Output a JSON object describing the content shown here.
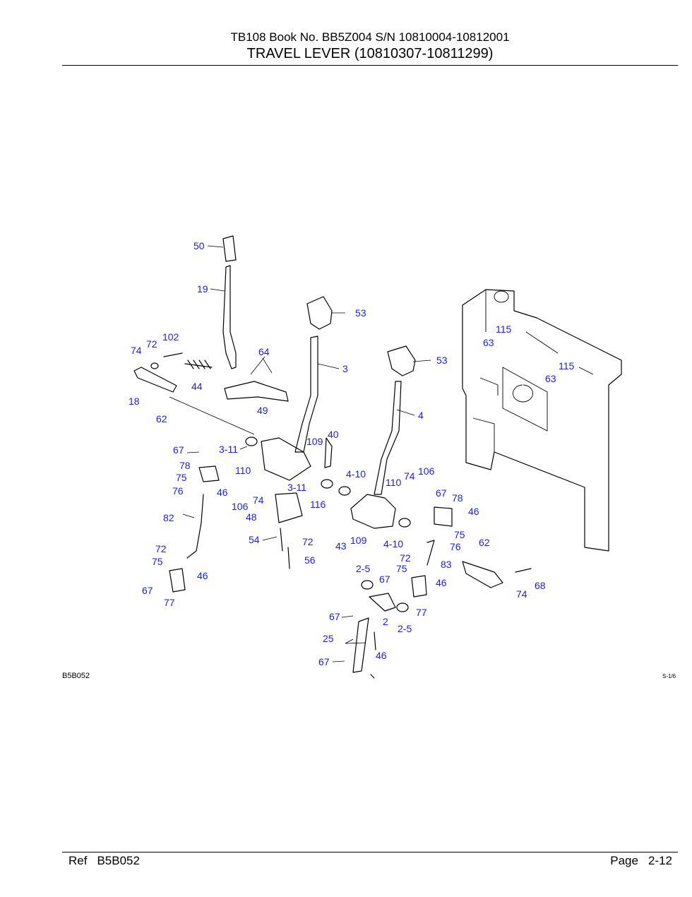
{
  "header": {
    "line1": "TB108  Book No. BB5Z004  S/N  10810004-10812001",
    "line2": "TRAVEL LEVER (10810307-10811299)"
  },
  "diagram": {
    "ref_code": "B5B052",
    "sheet_code": "S-1/6",
    "callouts": [
      "50",
      "19",
      "102",
      "72",
      "74",
      "64",
      "44",
      "18",
      "62",
      "49",
      "53",
      "3",
      "115",
      "63",
      "115",
      "63",
      "53",
      "4",
      "67",
      "3-11",
      "78",
      "110",
      "75",
      "46",
      "76",
      "106",
      "74",
      "3-11",
      "109",
      "40",
      "4-10",
      "110",
      "74",
      "106",
      "116",
      "48",
      "82",
      "54",
      "72",
      "56",
      "43",
      "109",
      "4-10",
      "67",
      "78",
      "46",
      "75",
      "76",
      "62",
      "83",
      "72",
      "75",
      "46",
      "67",
      "77",
      "2-5",
      "72",
      "75",
      "67",
      "46",
      "77",
      "2",
      "2-5",
      "67",
      "25",
      "46",
      "67",
      "74",
      "68"
    ]
  },
  "footer": {
    "ref_label": "Ref",
    "ref_value": "B5B052",
    "page_label": "Page",
    "page_value": "2-12"
  }
}
